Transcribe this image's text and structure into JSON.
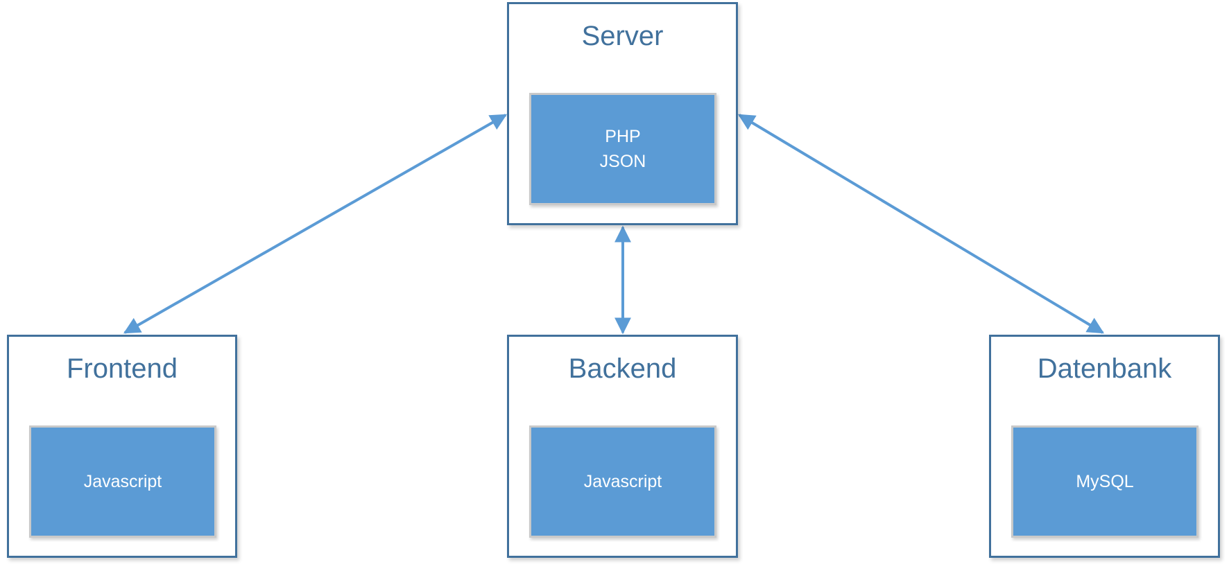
{
  "diagram": {
    "nodes": {
      "server": {
        "title": "Server",
        "content": [
          "PHP",
          "JSON"
        ]
      },
      "frontend": {
        "title": "Frontend",
        "content": [
          "Javascript"
        ]
      },
      "backend": {
        "title": "Backend",
        "content": [
          "Javascript"
        ]
      },
      "datenbank": {
        "title": "Datenbank",
        "content": [
          "MySQL"
        ]
      }
    },
    "edges": [
      {
        "from": "server",
        "to": "frontend",
        "bidirectional": true
      },
      {
        "from": "server",
        "to": "backend",
        "bidirectional": true
      },
      {
        "from": "server",
        "to": "datenbank",
        "bidirectional": true
      }
    ],
    "colors": {
      "box_border": "#41719c",
      "title_text": "#41719c",
      "inner_fill": "#5b9bd5",
      "inner_border": "#c9c9c9",
      "inner_text": "#ffffff",
      "connector": "#5b9bd5"
    }
  }
}
